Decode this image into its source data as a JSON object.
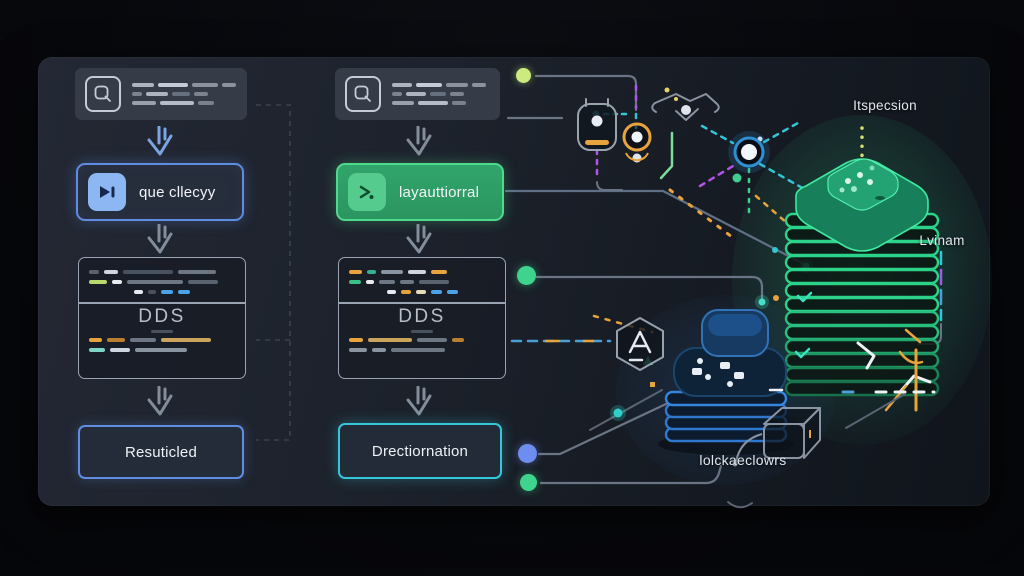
{
  "workflow": {
    "left": {
      "step_label": "que cllecyy",
      "code_label": "DDS",
      "result_label": "Resuticled"
    },
    "middle": {
      "step_label": "layauttiorral",
      "code_label": "DDS",
      "result_label": "Drectiornation"
    }
  },
  "illustration": {
    "label_top": "Itspecsion",
    "label_right": "Lvinam",
    "label_bottom": "lolckaeclowrs"
  },
  "icons": {
    "search_icon": "square-magnifier",
    "play_icon": "triangle-bar",
    "terminal_icon": "chevron-dot",
    "target_icon": "ring-dot",
    "drone_icon": "wireframe-drone",
    "node_icon": "ring-node",
    "flask_icon": "jar-with-ball",
    "hexagon_icon": "hexagon-A",
    "cube_icon": "wireframe-cube"
  },
  "colors": {
    "accent_blue": "#5f8de2",
    "accent_green": "#3ecf8e",
    "accent_teal": "#35c6d9",
    "accent_orange": "#e8a33d",
    "accent_purple": "#b055e8",
    "tower_green": "#2bd389",
    "tower_blue": "#2e79cf",
    "dot_lime": "#cdea7e",
    "panel_bg": "#1d222c"
  }
}
